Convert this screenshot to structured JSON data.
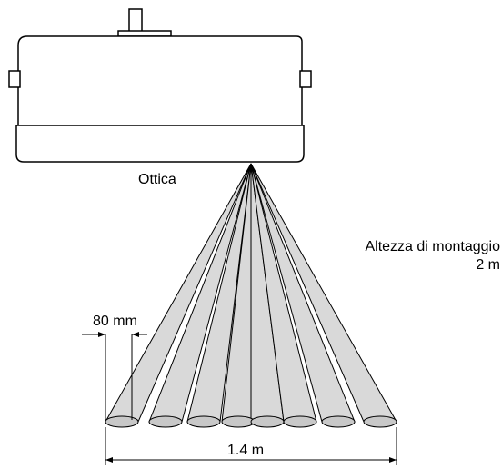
{
  "labels": {
    "optics": "Ottica",
    "mounting_height_title": "Altezza di montaggio",
    "mounting_height_value": "2 m",
    "spot_width": "80 mm",
    "total_width": "1.4 m"
  },
  "beams": {
    "count": 8
  },
  "colors": {
    "beam_fill": "#d9d9d9",
    "spot_fill": "#c8c8c8",
    "housing_fill": "#ffffff",
    "stroke": "#000000"
  }
}
